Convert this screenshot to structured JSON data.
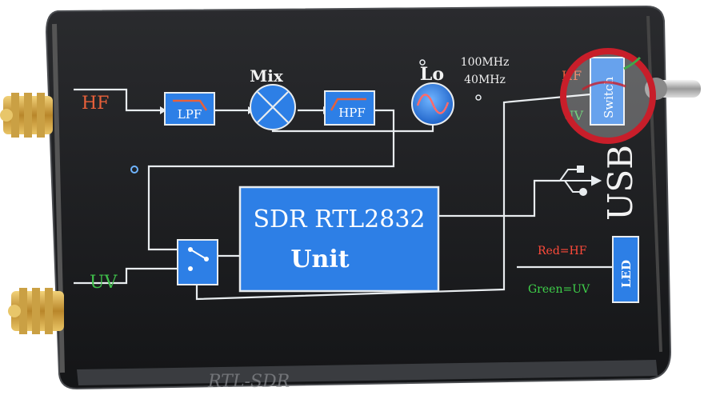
{
  "device": {
    "inputs": {
      "hf": "HF",
      "uv": "UV"
    },
    "blocks": {
      "lpf": "LPF",
      "mix": "Mix",
      "hpf": "HPF",
      "lo": "Lo",
      "lo_freq_1": "100MHz",
      "lo_freq_2": "40MHz"
    },
    "main_chip": {
      "line1": "SDR  RTL2832",
      "line2": "Unit"
    },
    "switch": {
      "label": "Switch",
      "hf": "HF",
      "uv": "UV"
    },
    "usb": "USB",
    "led": {
      "label": "LED",
      "red": "Red=HF",
      "green": "Green=UV"
    },
    "bottom_engraving": "RTL-SDR"
  },
  "colors": {
    "body": "#1c1d1f",
    "block_blue": "#2d7fe6",
    "line_white": "#e8ecef",
    "hf_orange": "#e8603a",
    "uv_green": "#3fbf4a",
    "red_text": "#ff4a3a",
    "green_text": "#3fd14a",
    "watermark_red": "#c81e2a",
    "gold": "#c9a23a"
  }
}
